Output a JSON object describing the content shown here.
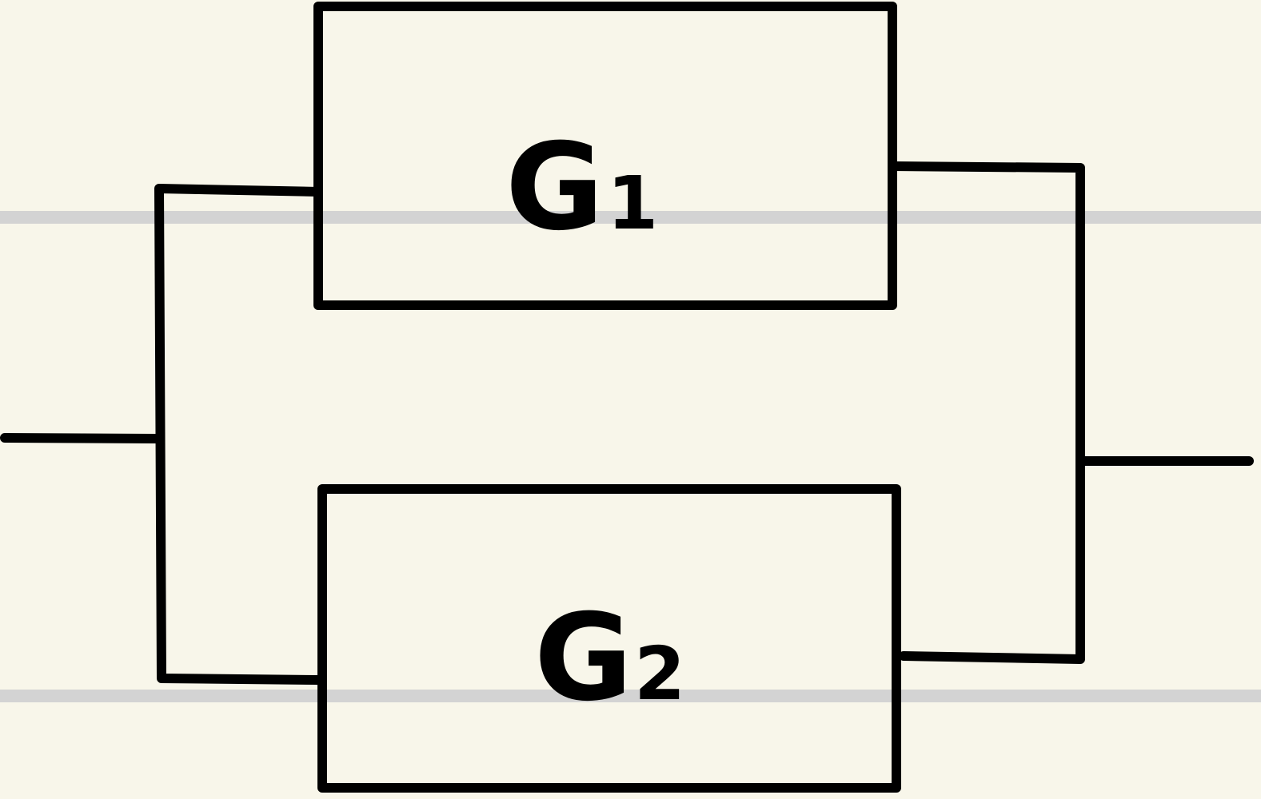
{
  "colors": {
    "paper": "#f8f6ea",
    "ruled_line": "#d3d3d3",
    "ink": "#000000"
  },
  "blocks": [
    {
      "main": "G",
      "subscript": "1"
    },
    {
      "main": "G",
      "subscript": "2"
    }
  ]
}
